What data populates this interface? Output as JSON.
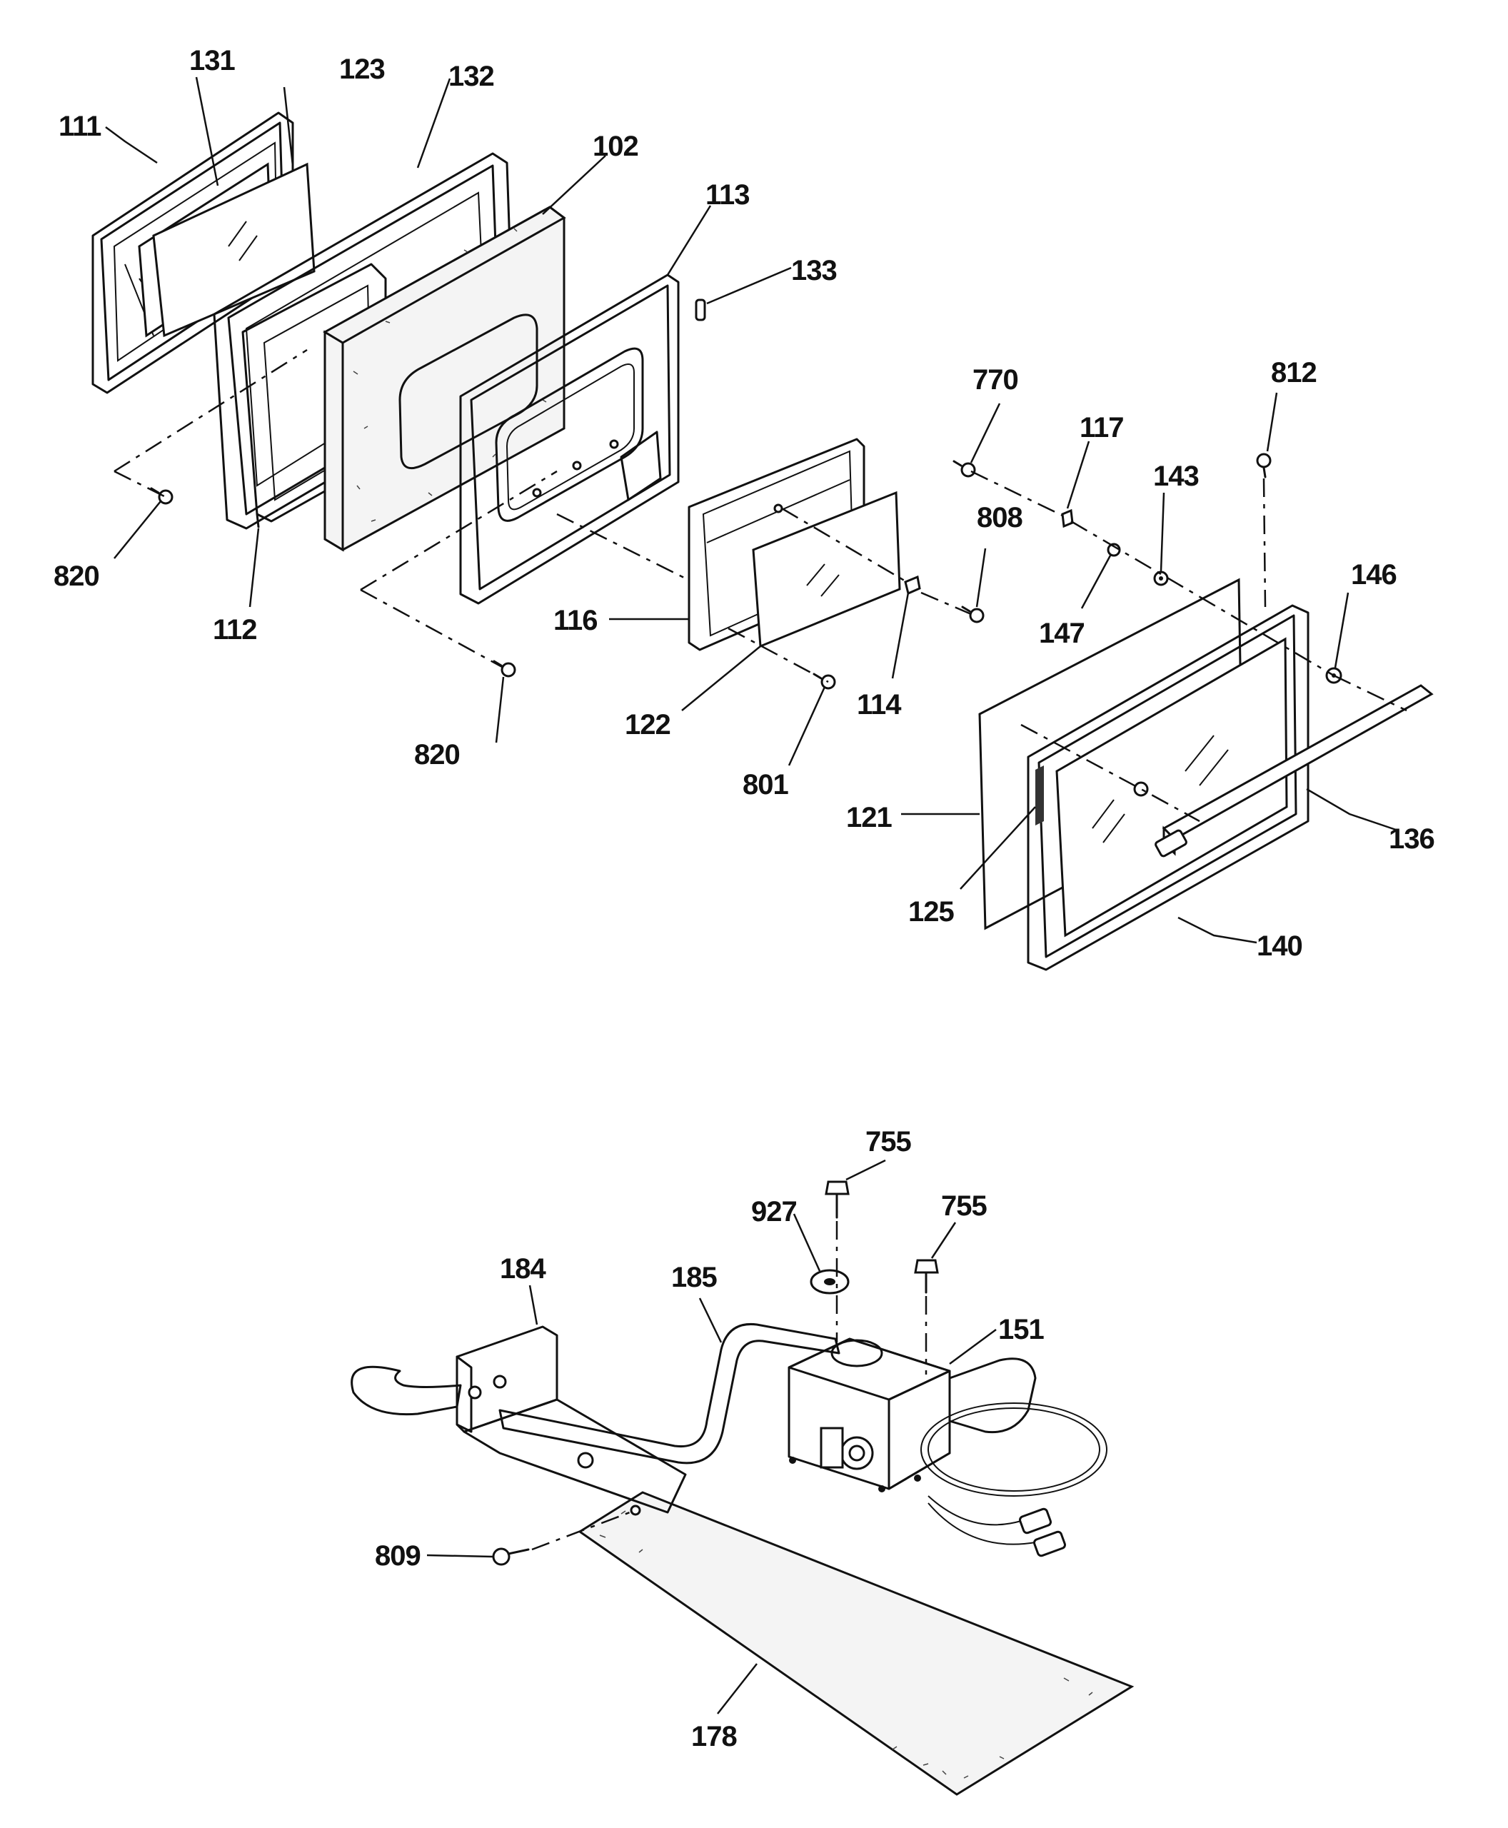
{
  "diagram": {
    "labels": {
      "l111": "111",
      "l131": "131",
      "l123": "123",
      "l132": "132",
      "l102": "102",
      "l113": "113",
      "l133": "133",
      "l770": "770",
      "l117": "117",
      "l143": "143",
      "l812": "812",
      "l808": "808",
      "l146": "146",
      "l147": "147",
      "l820a": "820",
      "l112": "112",
      "l116": "116",
      "l820b": "820",
      "l122": "122",
      "l114": "114",
      "l801": "801",
      "l121": "121",
      "l136": "136",
      "l125": "125",
      "l140": "140",
      "l755a": "755",
      "l927": "927",
      "l755b": "755",
      "l184": "184",
      "l185": "185",
      "l151": "151",
      "l809": "809",
      "l178": "178"
    }
  }
}
